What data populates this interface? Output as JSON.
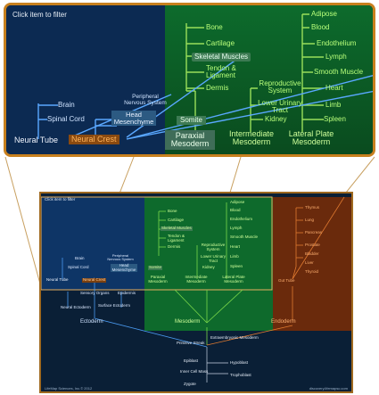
{
  "header": {
    "filter_hint": "Click item to filter"
  },
  "colors": {
    "frame": "#c8801e",
    "ectoderm_bg": "#0c2a52",
    "mesoderm_bg": "#0f6a2a",
    "endoderm_bg": "#6a2c0e",
    "mesoderm_text": "#b8ff7a",
    "ectoderm_text": "#cfe3ff"
  },
  "zoom": {
    "ectoderm": {
      "brain": "Brain",
      "spinal_cord": "Spinal Cord",
      "peripheral_nervous_system": "Peripheral Nervous System",
      "head_mesenchyme": "Head Mesenchyme",
      "neural_tube": "Neural Tube",
      "neural_crest": "Neural Crest"
    },
    "paraxial": {
      "bone": "Bone",
      "cartilage": "Cartilage",
      "skeletal_muscles": "Skeletal Muscles",
      "tendon_ligament": "Tendon & Ligament",
      "dermis": "Dermis",
      "somite": "Somite",
      "paraxial_mesoderm": "Paraxial Mesoderm"
    },
    "intermediate": {
      "reproductive_system": "Reproductive System",
      "lower_urinary_tract": "Lower Urinary Tract",
      "kidney": "Kidney",
      "intermediate_mesoderm": "Intermediate Mesoderm"
    },
    "lateral": {
      "adipose": "Adipose",
      "blood": "Blood",
      "endothelium": "Endothelium",
      "lymph": "Lymph",
      "smooth_muscle": "Smooth Muscle",
      "heart": "Heart",
      "limb": "Limb",
      "spleen": "Spleen",
      "lateral_plate_mesoderm": "Lateral Plate Mesoderm"
    }
  },
  "overview": {
    "filter_hint": "Click item to filter",
    "bone": "Bone",
    "cartilage": "Cartilage",
    "skeletal_muscles": "Skeletal Muscles",
    "tendon_ligament": "Tendon & Ligament",
    "dermis": "Dermis",
    "reproductive_system": "Reproductive System",
    "lower_urinary_tract": "Lower Urinary Tract",
    "kidney": "Kidney",
    "adipose": "Adipose",
    "blood": "Blood",
    "endothelium": "Endothelium",
    "lymph": "Lymph",
    "smooth_muscle": "Smooth Muscle",
    "heart": "Heart",
    "limb": "Limb",
    "spleen": "Spleen",
    "brain": "Brain",
    "spinal_cord": "Spinal Cord",
    "peripheral_nervous_system": "Peripheral Nervous System",
    "head_mesenchyme": "Head Mesenchyme",
    "somite": "Somite",
    "neural_tube": "Neural Tube",
    "neural_crest": "Neural Crest",
    "paraxial_mesoderm": "Paraxial Mesoderm",
    "intermediate_mesoderm": "Intermediate Mesoderm",
    "lateral_plate_mesoderm": "Lateral Plate Mesoderm",
    "thymus": "Thymus",
    "lung": "Lung",
    "pancreas": "Pancreas",
    "prostate": "Prostate",
    "bladder": "Bladder",
    "liver": "Liver",
    "thyroid": "Thyroid",
    "gut_tube": "Gut Tube",
    "sensory_organs": "Sensory Organs",
    "epidermis": "Epidermis",
    "neural_ectoderm": "Neural Ectoderm",
    "surface_ectoderm": "Surface Ectoderm",
    "ectoderm": "Ectoderm",
    "mesoderm": "Mesoderm",
    "endoderm": "Endoderm",
    "primitive_streak": "Primitive Streak",
    "extraembryonic_mesoderm": "Extraembryonic Mesoderm",
    "epiblast": "Epiblast",
    "hypoblast": "Hypoblast",
    "inner_cell_mass": "Inner Cell Mass",
    "trophoblast": "Trophoblast",
    "zygote": "Zygote",
    "copyright": "LifeMap Sciences, Inc.© 2012",
    "site": "discovery.lifemapsc.com"
  }
}
